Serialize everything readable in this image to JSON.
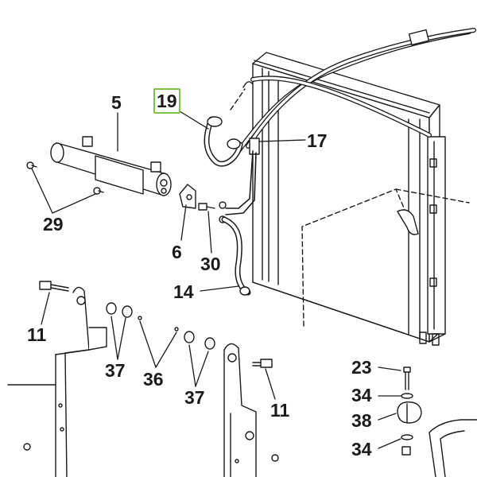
{
  "diagram": {
    "highlight_color": "#7dc242",
    "line_color": "#1a1a1a",
    "highlighted_label": "19",
    "labels": {
      "l5": "5",
      "l19": "19",
      "l17": "17",
      "l29": "29",
      "l6": "6",
      "l30": "30",
      "l14": "14",
      "l11a": "11",
      "l37a": "37",
      "l36": "36",
      "l37b": "37",
      "l11b": "11",
      "l23": "23",
      "l34a": "34",
      "l38": "38",
      "l34b": "34"
    }
  }
}
